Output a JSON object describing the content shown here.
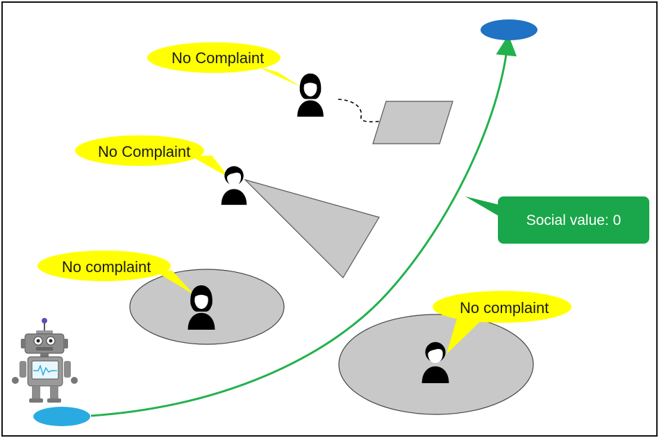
{
  "bubbles": {
    "person1": "No Complaint",
    "person2": "No Complaint",
    "person3": "No complaint",
    "person4": "No complaint"
  },
  "callout": {
    "label": "Social value: 0"
  },
  "colors": {
    "bubble": "#ffff00",
    "path": "#22b14c",
    "callout": "#1aa64a",
    "start_node": "#29abe2",
    "goal_node": "#1f72c4",
    "zone": "#c8c8c8",
    "person": "#000000"
  },
  "icons": {
    "robot": "robot-icon",
    "person_female": "person-female-icon",
    "person_male": "person-male-icon"
  }
}
